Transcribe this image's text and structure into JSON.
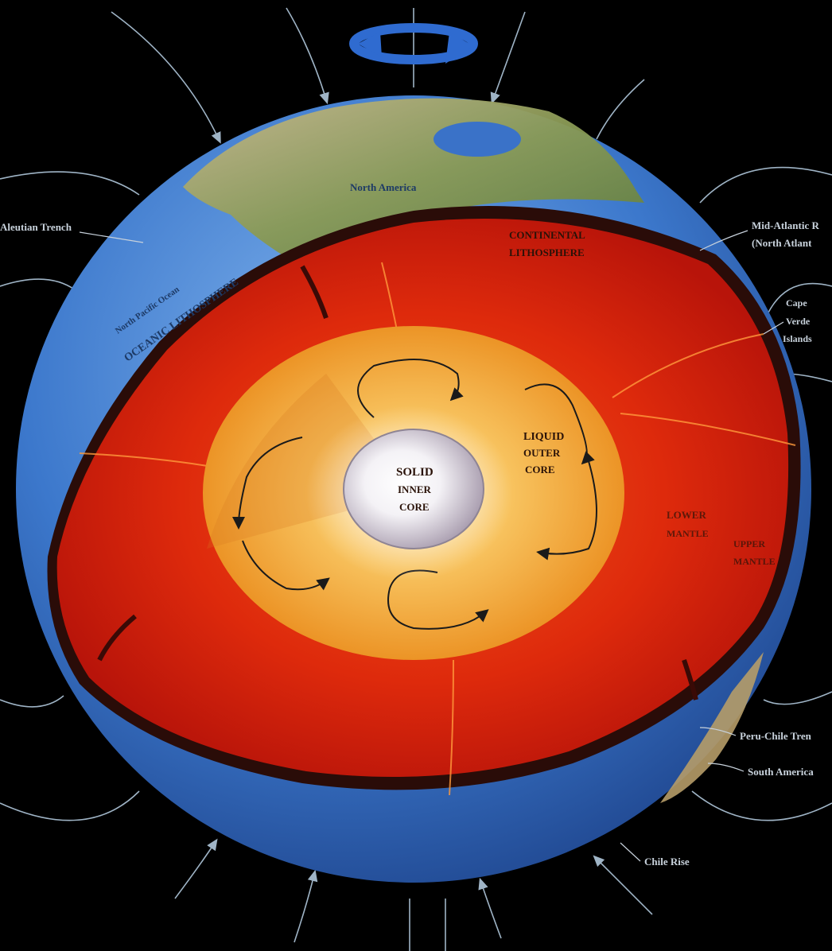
{
  "labels": {
    "north_america": "North America",
    "north_pacific_ocean": "North Pacific Ocean",
    "oceanic_lithosphere": "OCEANIC LITHOSPHERE",
    "continental_lithosphere_1": "CONTINENTAL",
    "continental_lithosphere_2": "LITHOSPHERE",
    "aleutian_trench": "Aleutian Trench",
    "mid_atlantic_1": "Mid-Atlantic R",
    "mid_atlantic_2": "(North Atlant",
    "cape_verde_1": "Cape",
    "cape_verde_2": "Verde",
    "cape_verde_3": "Islands",
    "liquid_1": "LIQUID",
    "liquid_2": "OUTER",
    "liquid_3": "CORE",
    "solid_1": "SOLID",
    "solid_2": "INNER",
    "solid_3": "CORE",
    "lower_mantle_1": "LOWER",
    "lower_mantle_2": "MANTLE",
    "upper_mantle_1": "UPPER",
    "upper_mantle_2": "MANTLE",
    "peru_chile": "Peru-Chile Tren",
    "south_america": "South America",
    "chile_rise": "Chile Rise"
  },
  "colors": {
    "background": "#000000",
    "ocean": "#2f6bc4",
    "mantle": "#c81e0a",
    "outer_core": "#f0a030",
    "inner_core": "#d8d4dc",
    "field_lines": "#9fb4c6"
  }
}
